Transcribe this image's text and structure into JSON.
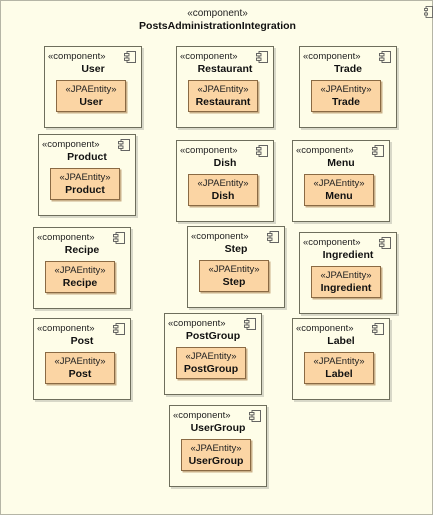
{
  "package": {
    "stereotype": "«component»",
    "name": "PostsAdministrationIntegration"
  },
  "components": [
    {
      "stereotype": "«component»",
      "name": "User",
      "entity_stereotype": "«JPAEntity»",
      "entity_name": "User"
    },
    {
      "stereotype": "«component»",
      "name": "Restaurant",
      "entity_stereotype": "«JPAEntity»",
      "entity_name": "Restaurant"
    },
    {
      "stereotype": "«component»",
      "name": "Trade",
      "entity_stereotype": "«JPAEntity»",
      "entity_name": "Trade"
    },
    {
      "stereotype": "«component»",
      "name": "Product",
      "entity_stereotype": "«JPAEntity»",
      "entity_name": "Product"
    },
    {
      "stereotype": "«component»",
      "name": "Dish",
      "entity_stereotype": "«JPAEntity»",
      "entity_name": "Dish"
    },
    {
      "stereotype": "«component»",
      "name": "Menu",
      "entity_stereotype": "«JPAEntity»",
      "entity_name": "Menu"
    },
    {
      "stereotype": "«component»",
      "name": "Recipe",
      "entity_stereotype": "«JPAEntity»",
      "entity_name": "Recipe"
    },
    {
      "stereotype": "«component»",
      "name": "Step",
      "entity_stereotype": "«JPAEntity»",
      "entity_name": "Step"
    },
    {
      "stereotype": "«component»",
      "name": "Ingredient",
      "entity_stereotype": "«JPAEntity»",
      "entity_name": "Ingredient"
    },
    {
      "stereotype": "«component»",
      "name": "Post",
      "entity_stereotype": "«JPAEntity»",
      "entity_name": "Post"
    },
    {
      "stereotype": "«component»",
      "name": "PostGroup",
      "entity_stereotype": "«JPAEntity»",
      "entity_name": "PostGroup"
    },
    {
      "stereotype": "«component»",
      "name": "Label",
      "entity_stereotype": "«JPAEntity»",
      "entity_name": "Label"
    },
    {
      "stereotype": "«component»",
      "name": "UserGroup",
      "entity_stereotype": "«JPAEntity»",
      "entity_name": "UserGroup"
    }
  ],
  "colors": {
    "component_fill": "#fefde8",
    "entity_fill": "#fbd5a4",
    "border": "#6e6e5c"
  },
  "icon": "component-icon"
}
